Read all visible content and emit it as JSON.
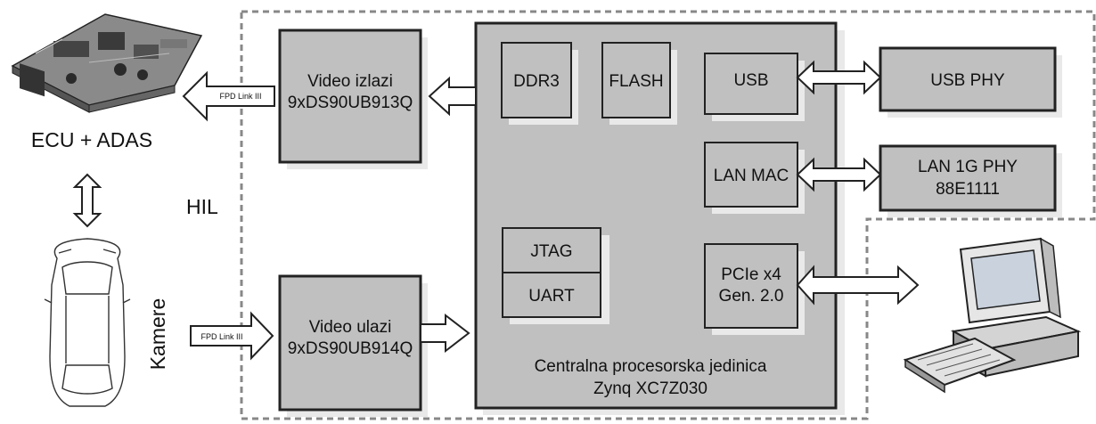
{
  "diagram": {
    "hil_label": "HIL",
    "ecu_label": "ECU + ADAS",
    "kamere_label": "Kamere",
    "fpd_link_out": "FPD Link III",
    "fpd_link_in": "FPD Link III",
    "video_out": {
      "line1": "Video izlazi",
      "line2": "9xDS90UB913Q"
    },
    "video_in": {
      "line1": "Video ulazi",
      "line2": "9xDS90UB914Q"
    },
    "cpu": {
      "line1": "Centralna procesorska jedinica",
      "line2": "Zynq XC7Z030"
    },
    "ddr3": "DDR3",
    "flash": "FLASH",
    "usb": "USB",
    "lan_mac": "LAN MAC",
    "jtag": "JTAG",
    "uart": "UART",
    "pcie": {
      "line1": "PCIe x4",
      "line2": "Gen. 2.0"
    },
    "usb_phy": "USB PHY",
    "lan_phy": {
      "line1": "LAN 1G PHY",
      "line2": "88E1111"
    }
  },
  "colors": {
    "block_fill": "#c0c0c0",
    "block_stroke": "#222222",
    "dashed_border": "#888888"
  },
  "icons": [
    "ecu-board-icon",
    "car-top-view-icon",
    "computer-icon"
  ]
}
